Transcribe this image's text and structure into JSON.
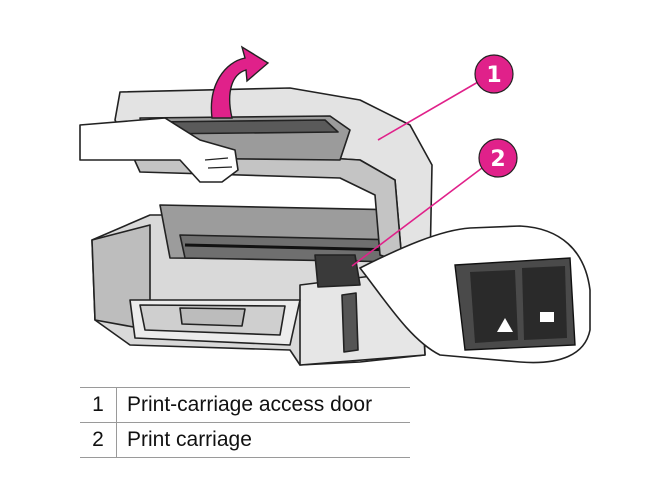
{
  "callouts": [
    {
      "number": "1",
      "color": "#e0218a"
    },
    {
      "number": "2",
      "color": "#e0218a"
    }
  ],
  "legend": [
    {
      "number": "1",
      "label": "Print-carriage access door"
    },
    {
      "number": "2",
      "label": "Print carriage"
    }
  ],
  "colors": {
    "callout": "#e0218a",
    "outline": "#222222",
    "body_gray": "#d6d6d6",
    "dark_gray": "#8a8a8a"
  }
}
